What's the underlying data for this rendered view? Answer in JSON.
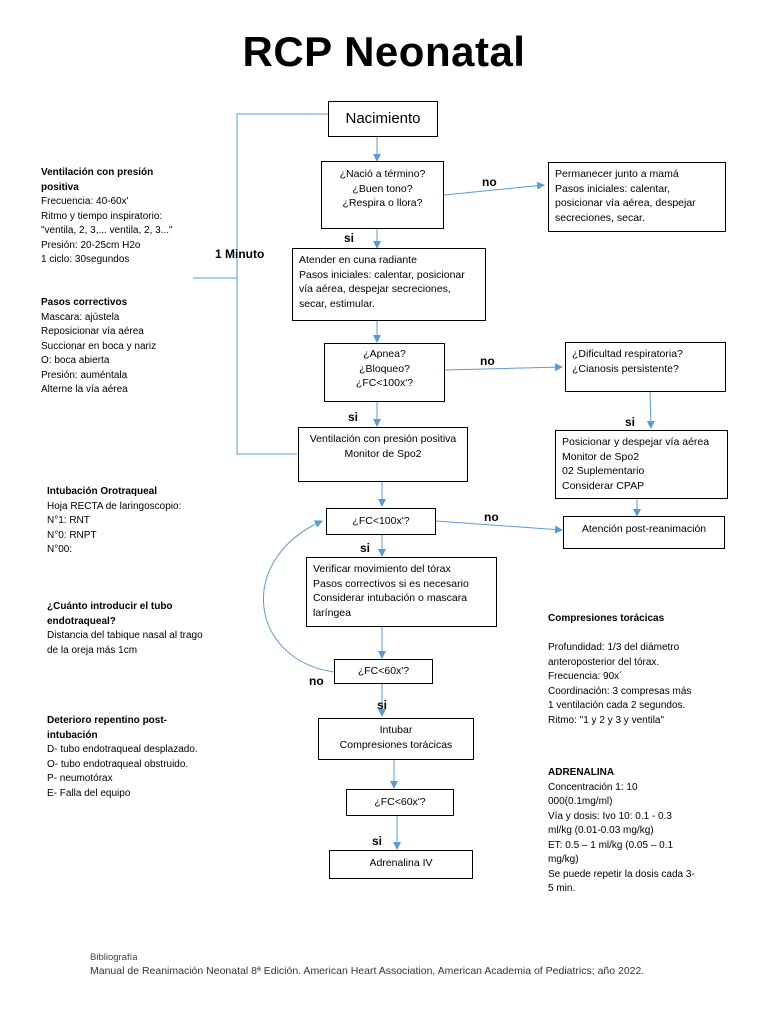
{
  "title": "RCP Neonatal",
  "flow": {
    "nacimiento": "Nacimiento",
    "minuto": "1 Minuto",
    "q1": [
      "¿Nació a término?",
      "¿Buen tono?",
      "¿Respira o llora?"
    ],
    "mama": [
      "Permanecer junto a mamá",
      "Pasos iniciales: calentar,",
      "posicionar vía aérea, despejar",
      "secreciones, secar."
    ],
    "cuna": [
      "Atender en cuna radiante",
      "Pasos iniciales: calentar, posicionar",
      "vía aérea, despejar secreciones,",
      "secar, estimular."
    ],
    "q2": [
      "¿Apnea?",
      "¿Bloqueo?",
      "¿FC<100x'?"
    ],
    "dificultad": [
      "¿Dificultad respiratoria?",
      "¿Cianosis persistente?"
    ],
    "ventilacion": [
      "Ventilación con presión positiva",
      "Monitor de Spo2"
    ],
    "posicionar": [
      "Posicionar y despejar vía aérea",
      "Monitor de Spo2",
      "02 Suplementario",
      "Considerar CPAP"
    ],
    "q3": "¿FC<100x'?",
    "post": "Atención post-reanimación",
    "verificar": [
      "Verificar movimiento del tórax",
      "Pasos correctivos si es necesario",
      "Considerar intubación o mascara",
      "laríngea"
    ],
    "q4": "¿FC<60x'?",
    "intubar": [
      "Intubar",
      "Compresiones torácicas"
    ],
    "q5": "¿FC<60x'?",
    "adrenalina_box": "Adrenalina IV",
    "yes": "si",
    "no": "no"
  },
  "left": {
    "vpp": {
      "heading": [
        "Ventilación con presión",
        "positiva"
      ],
      "lines": [
        "Frecuencia: 40-60x'",
        "Ritmo y tiempo inspiratorio:",
        "\"ventila, 2, 3,... ventila, 2, 3...\"",
        "Presión: 20-25cm H2o",
        "1 ciclo: 30segundos"
      ]
    },
    "pasos": {
      "heading": [
        "Pasos correctivos"
      ],
      "lines": [
        "Mascara: ajústela",
        "Reposicionar vía aérea",
        "Succionar en boca y nariz",
        "O: boca abierta",
        "Presión: auméntala",
        "Alterne la vía aérea"
      ]
    },
    "intubacion": {
      "heading": [
        "Intubación Orotraqueal"
      ],
      "lines": [
        "Hoja RECTA de laringoscopio:",
        "N°1: RNT",
        "N°0: RNPT",
        "N°00:"
      ]
    },
    "tubo": {
      "heading": [
        "¿Cuánto introducir el tubo",
        "endotraqueal?"
      ],
      "lines": [
        "Distancia del tabique nasal al trago",
        "de la oreja más 1cm"
      ]
    },
    "deterioro": {
      "heading": [
        "Deterioro repentino post-",
        "intubación"
      ],
      "lines": [
        "D- tubo endotraqueal desplazado.",
        "O- tubo endotraqueal obstruido.",
        "P- neumotórax",
        "E- Falla del equipo"
      ]
    }
  },
  "right": {
    "compresiones": {
      "heading": [
        "Compresiones torácicas"
      ],
      "lines": [
        "",
        "Profundidad: 1/3 del diámetro",
        "anteroposterior del tórax.",
        "Frecuencia: 90x´",
        "Coordinación: 3 compresas más",
        "1 ventilación cada 2 segundos.",
        "Ritmo: \"1 y 2 y 3 y ventila\""
      ]
    },
    "adrenalina": {
      "heading": [
        "ADRENALINA"
      ],
      "lines": [
        "Concentración 1: 10",
        "000(0.1mg/ml)",
        "Vía y dosis: Ivo 10: 0.1 - 0.3",
        "ml/kg (0.01-0.03 mg/kg)",
        "ET: 0.5 – 1 ml/kg (0.05 – 0.1",
        "mg/kg)",
        "Se puede repetir la dosis cada 3-",
        "5 min."
      ]
    }
  },
  "bibliografia": {
    "heading": "Bibliografía",
    "text": "Manual de Reanimación Neonatal 8ª Edición. American Heart Association, American Academia of Pediatrics; año 2022."
  },
  "colors": {
    "arrow": "#5b9bd5",
    "border": "#000000"
  }
}
